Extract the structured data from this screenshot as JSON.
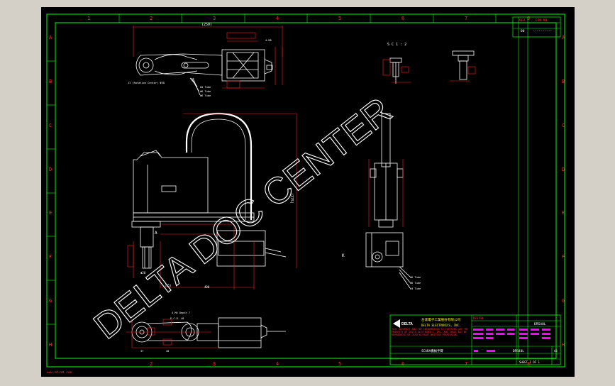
{
  "sheet": {
    "column_labels": [
      "1",
      "2",
      "3",
      "4",
      "5",
      "6",
      "7",
      "8"
    ],
    "row_labels": [
      "A",
      "B",
      "C",
      "D",
      "E",
      "F",
      "G",
      "H"
    ],
    "watermark": "DELTA DOC CENTER",
    "footer_left": "www.mfcad.com"
  },
  "revision_table": {
    "col1": "REV.",
    "col2": "ECN NO.",
    "row1_col1": "00",
    "row1_col2": "----------"
  },
  "views": {
    "scale_note": "S C 1 : 2",
    "detail_k": "K",
    "arrow_a": "A",
    "top_dim": "(250)",
    "side_dim": "(375)"
  },
  "title_block": {
    "company_cn": "台達電子工業股份有限公司",
    "company_en": "DELTA ELECTRONICS, INC.",
    "notice": "THIS DOCUMENT AND THE INFORMATION IT CONTAINS ARE THE PROPERTY OF DELTA ELECTRONICS, INC. AND SHALL NOT BE REPRODUCED OR USED WITHOUT WRITTEN PERMISSION.",
    "design_label": "DESIGN",
    "model": "DRS40L",
    "title_cn": "SCARA機械手臂",
    "title_en": "DRS40L",
    "sheet_no": "SHEET 1 OF 1",
    "size": "A3"
  },
  "colors": {
    "background": "#000000",
    "frame": "#00ff00",
    "drawing": "#ffffff",
    "dimension": "#ff2020",
    "hatch": "#ff00ff",
    "watermark": "#ffffff",
    "title_text": "#ffff00"
  }
}
